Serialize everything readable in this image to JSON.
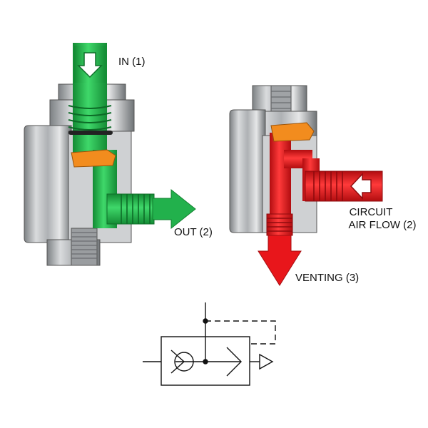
{
  "labels": {
    "in": "IN (1)",
    "out": "OUT (2)",
    "circuit_line1": "CIRCUIT",
    "circuit_line2": "AIR FLOW (2)",
    "venting": "VENTING (3)"
  },
  "colors": {
    "supply_flow": "#22b14c",
    "exhaust_flow": "#e8161b",
    "seal": "#f28c1e",
    "metal": "#b9bcbf",
    "symbol_line": "#111111"
  },
  "icons": {
    "in_arrow": "down-arrow-icon",
    "out_arrow": "right-arrow-icon",
    "circuit_arrow": "left-arrow-icon",
    "venting_arrow": "down-arrow-icon"
  }
}
